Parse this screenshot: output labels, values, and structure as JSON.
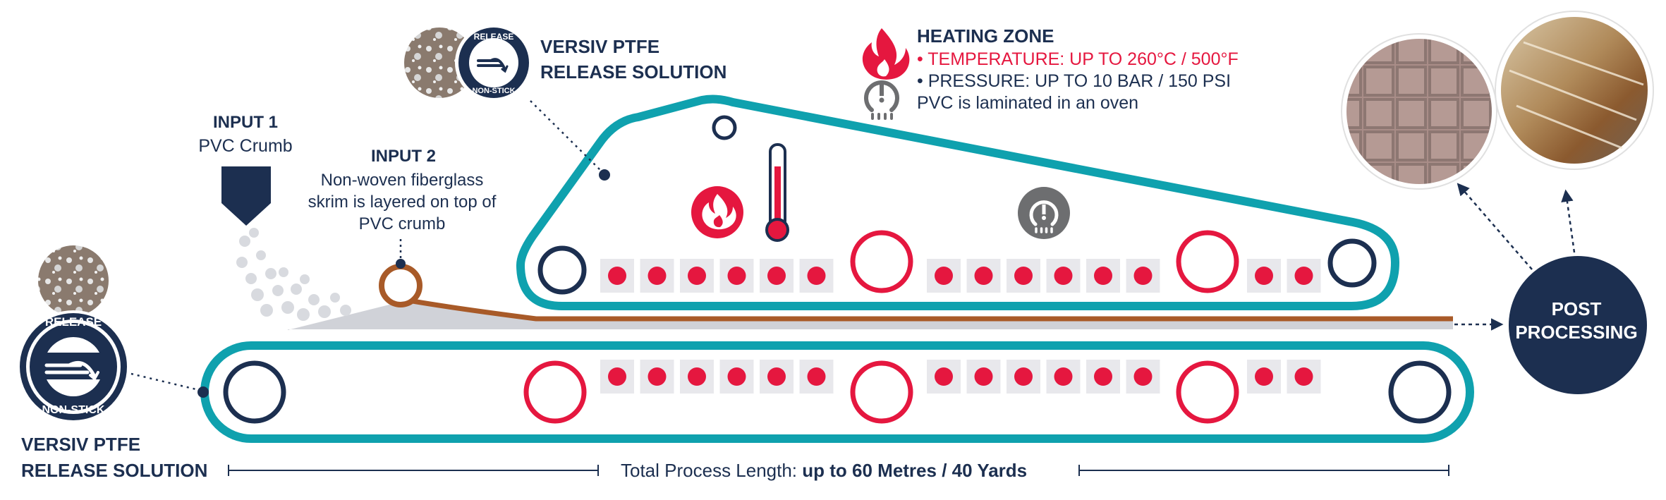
{
  "release_solution": {
    "title_line1": "VERSIV PTFE",
    "title_line2": "RELEASE SOLUTION",
    "badge_top": "RELEASE",
    "badge_bottom": "NON-STICK"
  },
  "input1": {
    "title": "INPUT 1",
    "description": "PVC Crumb"
  },
  "input2": {
    "title": "INPUT 2",
    "description": "Non-woven fiberglass skrim is layered on top of PVC crumb"
  },
  "heating_zone": {
    "title": "HEATING ZONE",
    "temperature": "• TEMPERATURE: UP TO 260°C / 500°F",
    "pressure": "• PRESSURE: UP TO 10 BAR / 150 PSI",
    "note": "PVC is laminated in an oven"
  },
  "post_processing": {
    "label": "POST PROCESSING"
  },
  "process_length": {
    "prefix": "Total Process Length: ",
    "value": "up to 60 Metres / 40 Yards"
  },
  "icons": {
    "flame": "flame-icon",
    "thermometer": "thermometer-icon",
    "pressure": "pressure-gauge-icon",
    "hopper": "hopper-icon",
    "non_stick": "non-stick-arrow-icon"
  },
  "colors": {
    "navy": "#1c2f50",
    "teal": "#0fa1ae",
    "red": "#e5173f",
    "copper": "#a85a28",
    "grey": "#6d6e70",
    "light_grey": "#e8e8ec",
    "powder": "#d0d2d8"
  }
}
